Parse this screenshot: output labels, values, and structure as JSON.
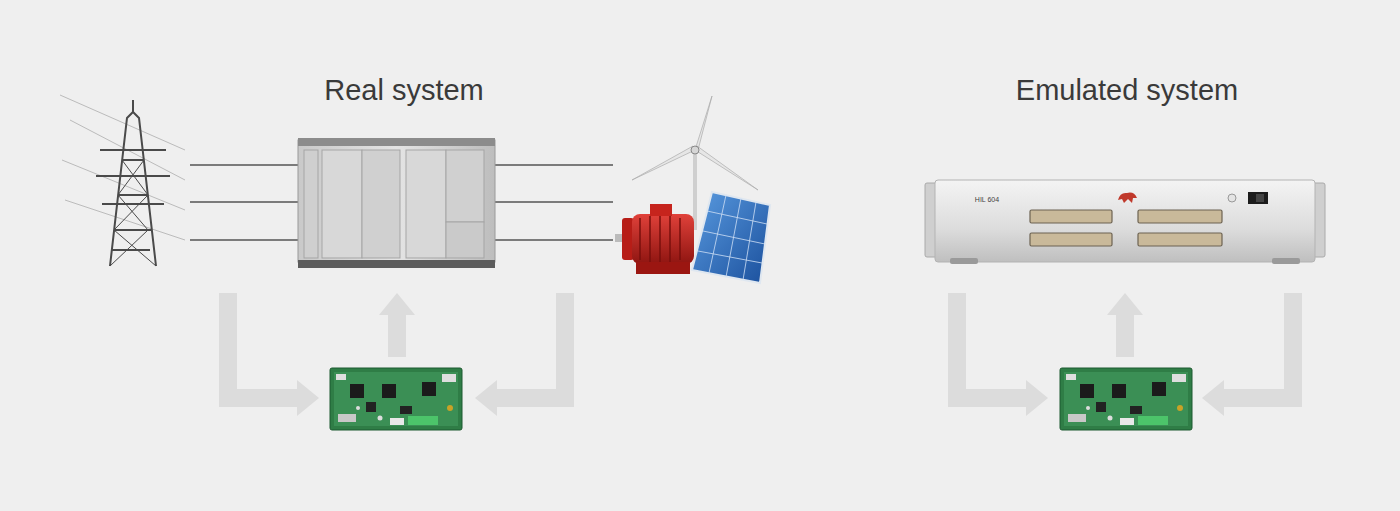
{
  "diagram": {
    "labels": [
      "Real system",
      "Emulated system",
      "HIL 604"
    ]
  }
}
